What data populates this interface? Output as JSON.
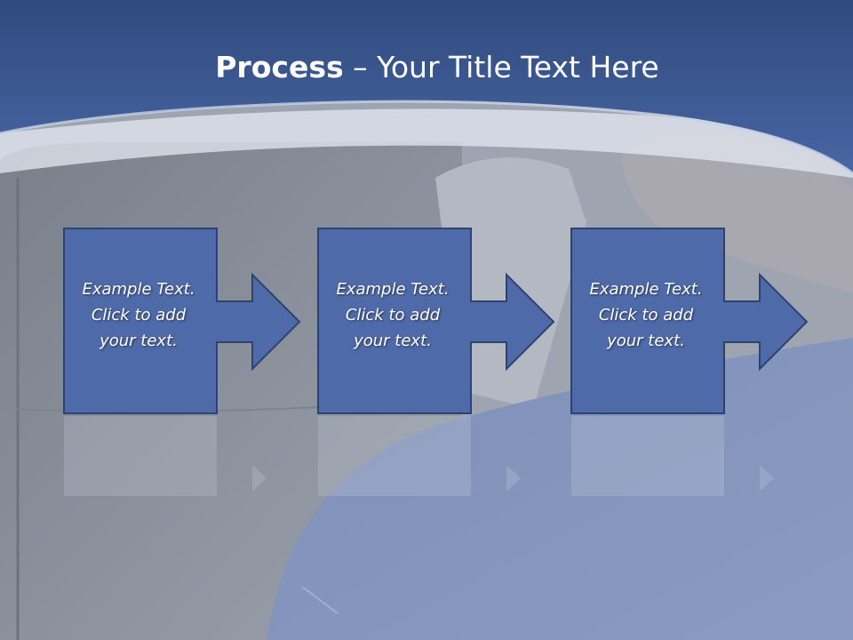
{
  "slide": {
    "title_bold": "Process",
    "title_rest": " – Your Title Text Here",
    "steps": [
      {
        "line1": "Example Text.",
        "line2": "Click  to add",
        "line3": "your text."
      },
      {
        "line1": "Example Text.",
        "line2": "Click  to add",
        "line3": "your text."
      },
      {
        "line1": "Example Text.",
        "line2": "Click  to add",
        "line3": "your text."
      }
    ]
  },
  "colors": {
    "header_blue": "#3f5f9c",
    "step_fill": "#4f6aa8",
    "step_border": "#2e426e",
    "background": "#9aa1ad"
  },
  "icons": [
    "right-arrow-icon"
  ]
}
